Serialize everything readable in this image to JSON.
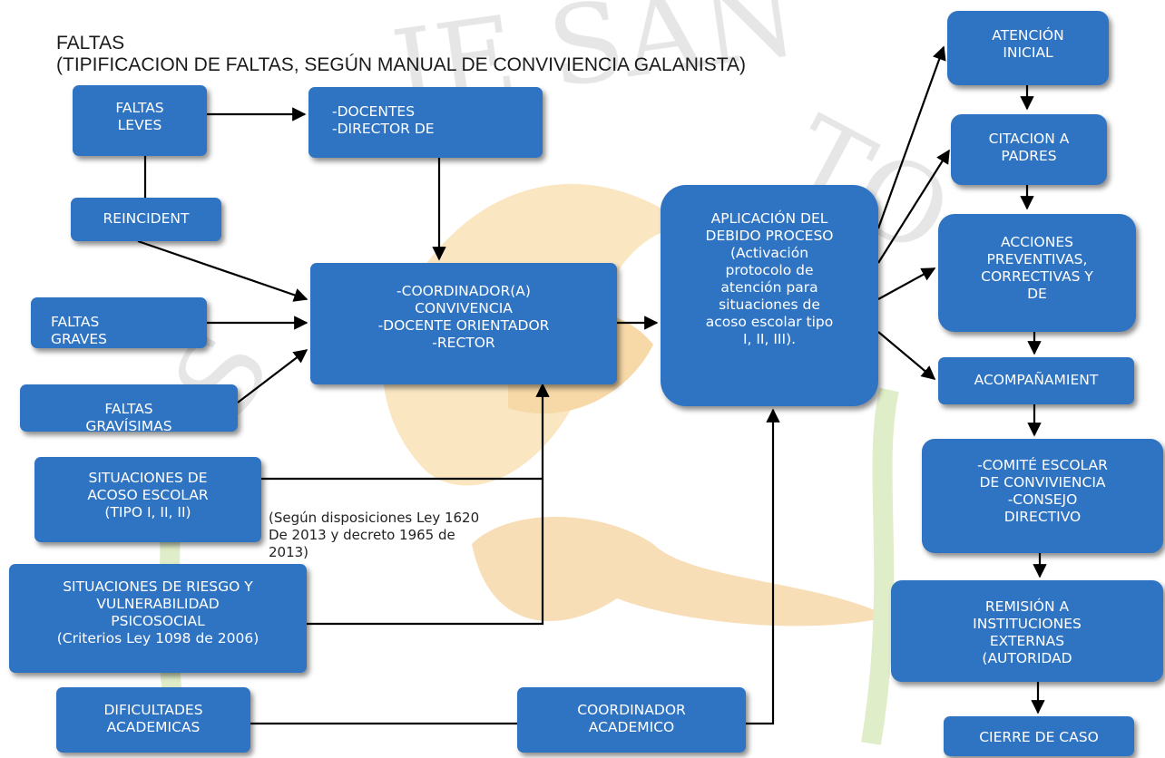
{
  "title": {
    "line1": "FALTAS",
    "line2": "(TIPIFICACION DE FALTAS, SEGÚN MANUAL DE CONVIVIENCIA GALANISTA)"
  },
  "boxes": {
    "faltas_leves": [
      "FALTAS",
      "LEVES"
    ],
    "docentes": [
      "-DOCENTES",
      "-DIRECTOR DE"
    ],
    "reincident": [
      "REINCIDENT"
    ],
    "faltas_graves": [
      "FALTAS",
      "GRAVES"
    ],
    "faltas_gravisimas": [
      "FALTAS",
      "GRAVÍSIMAS"
    ],
    "coordinador": [
      "-COORDINADOR(A)",
      "CONVIVENCIA",
      "-DOCENTE ORIENTADOR",
      "-RECTOR"
    ],
    "situaciones_acoso": [
      "SITUACIONES DE",
      "ACOSO ESCOLAR",
      "(TIPO I, II, II)"
    ],
    "situaciones_riesgo": [
      "SITUACIONES DE RIESGO Y",
      "VULNERABILIDAD",
      "PSICOSOCIAL",
      "(Criterios Ley 1098 de 2006)"
    ],
    "dificultades": [
      "DIFICULTADES",
      "ACADEMICAS"
    ],
    "coordinador_academico": [
      "COORDINADOR",
      "ACADEMICO"
    ],
    "debido_proceso": [
      "APLICACIÓN DEL",
      "DEBIDO PROCESO",
      "(Activación",
      "protocolo de",
      "atención para",
      "situaciones de",
      "acoso escolar tipo",
      "I, II, III)."
    ],
    "atencion_inicial": [
      "ATENCIÓN",
      "INICIAL"
    ],
    "citacion_padres": [
      "CITACION A",
      "PADRES"
    ],
    "acciones": [
      "ACCIONES",
      "PREVENTIVAS,",
      "CORRECTIVAS Y",
      "DE"
    ],
    "acompanamiento": [
      "ACOMPAÑAMIENT"
    ],
    "comite": [
      "-COMITÉ ESCOLAR",
      "DE CONVIVIENCIA",
      "-CONSEJO",
      "DIRECTIVO"
    ],
    "remision": [
      "REMISIÓN A",
      "INSTITUCIONES",
      "EXTERNAS",
      "(AUTORIDAD"
    ],
    "cierre": [
      "CIERRE DE CASO"
    ]
  },
  "note": [
    "(Según disposiciones Ley 1620",
    "De 2013 y decreto 1965 de",
    "2013)"
  ],
  "colors": {
    "box_fill": "#2f73c3",
    "box_text": "#ffffff",
    "connector": "#000000",
    "watermark_text": "#c8c8c8",
    "watermark_figure": "#f3c37a",
    "watermark_leaves": "#cfe3a8"
  }
}
